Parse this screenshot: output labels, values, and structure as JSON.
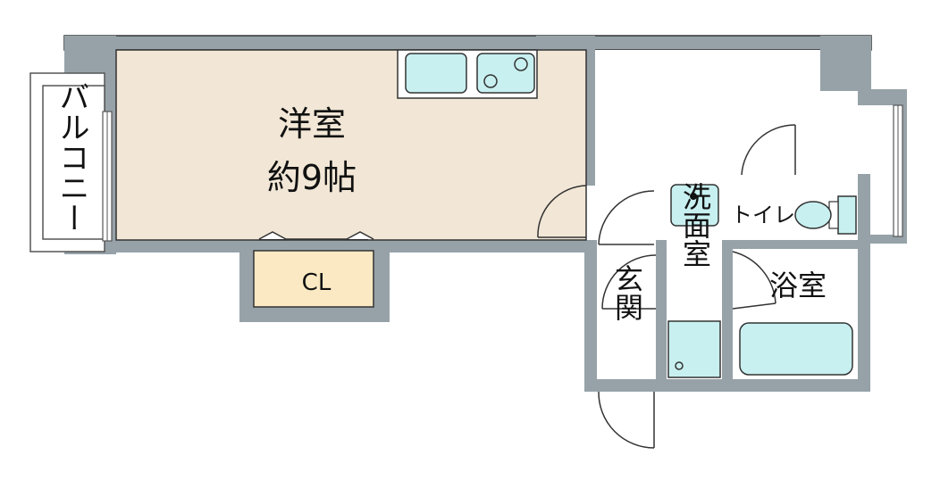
{
  "rooms": {
    "western_room": {
      "name": "洋室",
      "size": "約9帖"
    },
    "closet": {
      "name": "CL"
    },
    "balcony": {
      "name": "バルコニー"
    },
    "entrance": {
      "name": "玄関"
    },
    "washroom": {
      "name": "洗面室"
    },
    "toilet": {
      "name": "トイレ"
    },
    "bathroom": {
      "name": "浴室"
    }
  },
  "colors": {
    "wall": "#96a2a8",
    "western_room_floor": "#f2e7d6",
    "closet_floor": "#fbe9c3",
    "fixture": "#c8f0f0",
    "outline": "#333333"
  }
}
